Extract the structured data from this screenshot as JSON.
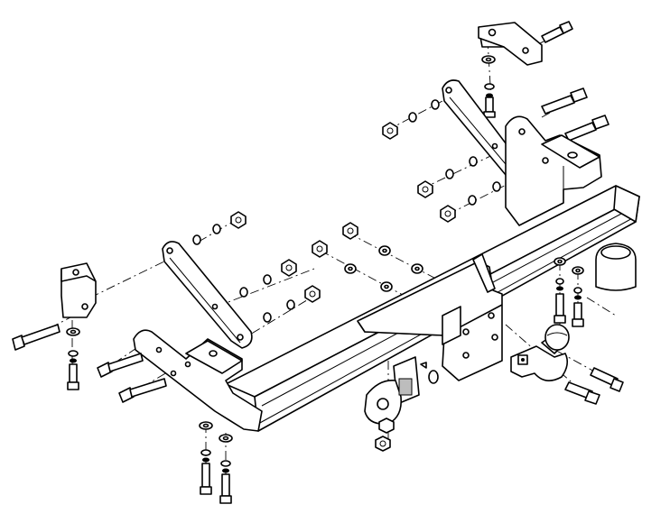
{
  "diagram": {
    "background": "#ffffff",
    "line_color": "#000000",
    "parts": [
      "upper-right-bracket",
      "right-side-arm",
      "left-side-arm",
      "left-bracket",
      "crossbar-beam",
      "left-frame-plate",
      "right-frame-plate",
      "center-mount-plate",
      "tow-ball",
      "socket-plate",
      "ball-cover-cap",
      "bolts",
      "nuts",
      "washers"
    ]
  }
}
